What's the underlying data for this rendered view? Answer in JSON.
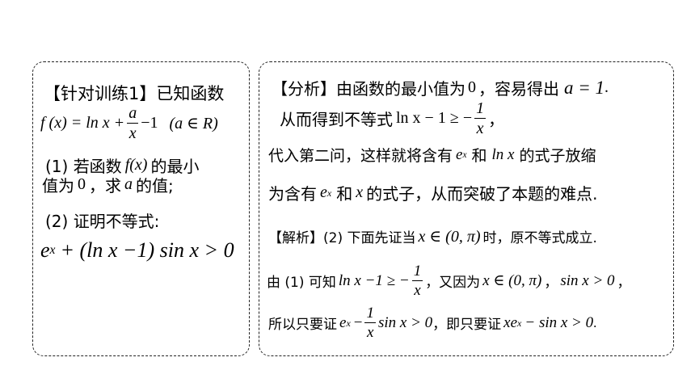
{
  "left": {
    "line1": "【针对训练1】已知函数",
    "line2_lhs": "f (x) = ln x +",
    "line2_num": "a",
    "line2_den": "x",
    "line2_rest": "−1",
    "line2_cond": "(a ∈ R)",
    "line3_a": "(1) 若函数",
    "line3_fx": "f(x)",
    "line3_b": "的最小",
    "line4_a": "值为",
    "line4_zero": "0",
    "line4_b": "，求",
    "line4_var": "a",
    "line4_c": "的值;",
    "line5": "(2) 证明不等式:",
    "line6_e": "e",
    "line6_sup": "x",
    "line6_rest": "+ (ln x −1) sin x > 0"
  },
  "right": {
    "r1_a": "【分析】由函数的最小值为",
    "r1_zero": "0",
    "r1_b": "，容易得出",
    "r1_eq": "a = 1",
    "r1_c": ".",
    "r2_a": "从而得到不等式",
    "r2_expr": "ln x − 1 ≥ −",
    "r2_num": "1",
    "r2_den": "x",
    "r2_b": "，",
    "r3_a": "代入第二问，这样就将含有",
    "r3_e": "e",
    "r3_sup": "x",
    "r3_b": "和",
    "r3_ln": "ln x",
    "r3_c": "的式子放缩",
    "r4_a": "为含有",
    "r4_e": "e",
    "r4_sup": "x",
    "r4_b": "和",
    "r4_x": "x",
    "r4_c": "的式子，从而突破了本题的难点.",
    "r5_a": "【解析】(2) 下面先证当",
    "r5_expr": "x ∈ (0, π)",
    "r5_b": "时，原不等式成立.",
    "r6_a": "由 (1) 可知",
    "r6_expr": "ln x −1 ≥ −",
    "r6_num": "1",
    "r6_den": "x",
    "r6_b": "，又因为",
    "r6_expr2": "x ∈ (0, π)",
    "r6_c": "，",
    "r6_expr3": "sin x > 0",
    "r6_d": "，",
    "r7_a": "所以只要证",
    "r7_e": "e",
    "r7_sup": "x",
    "r7_minus": "−",
    "r7_num": "1",
    "r7_den": "x",
    "r7_expr": "sin x > 0",
    "r7_b": "，即只要证",
    "r7_x": "xe",
    "r7_sup2": "x",
    "r7_expr2": "− sin x > 0",
    "r7_c": "."
  }
}
